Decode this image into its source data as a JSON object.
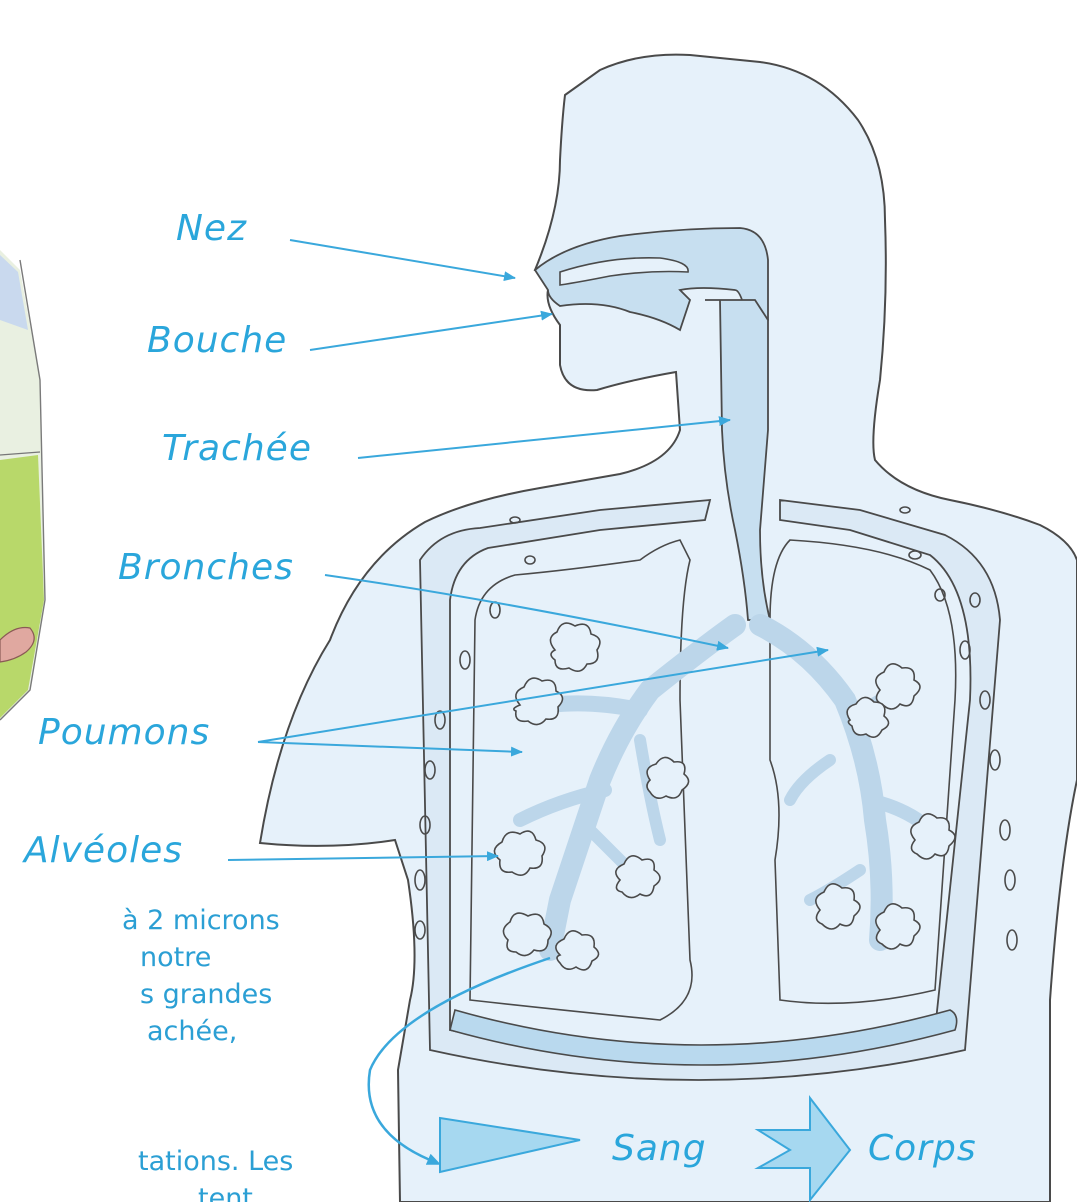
{
  "labels": {
    "nez": "Nez",
    "bouche": "Bouche",
    "trachee": "Trachée",
    "bronches": "Bronches",
    "poumons": "Poumons",
    "alveoles": "Alvéoles",
    "sang": "Sang",
    "corps": "Corps"
  },
  "partial_text": [
    "à 2 microns",
    "notre",
    "s grandes",
    "achée,",
    "tations. Les",
    "tent"
  ],
  "colors": {
    "label_text": "#2aa6db",
    "body_fill": "#e6f1fa",
    "airway_fill": "#c7dff0",
    "outline": "#4a4a4a",
    "arrow": "#3aa8dc",
    "flow_arrow_fill": "#a6d8f0"
  }
}
